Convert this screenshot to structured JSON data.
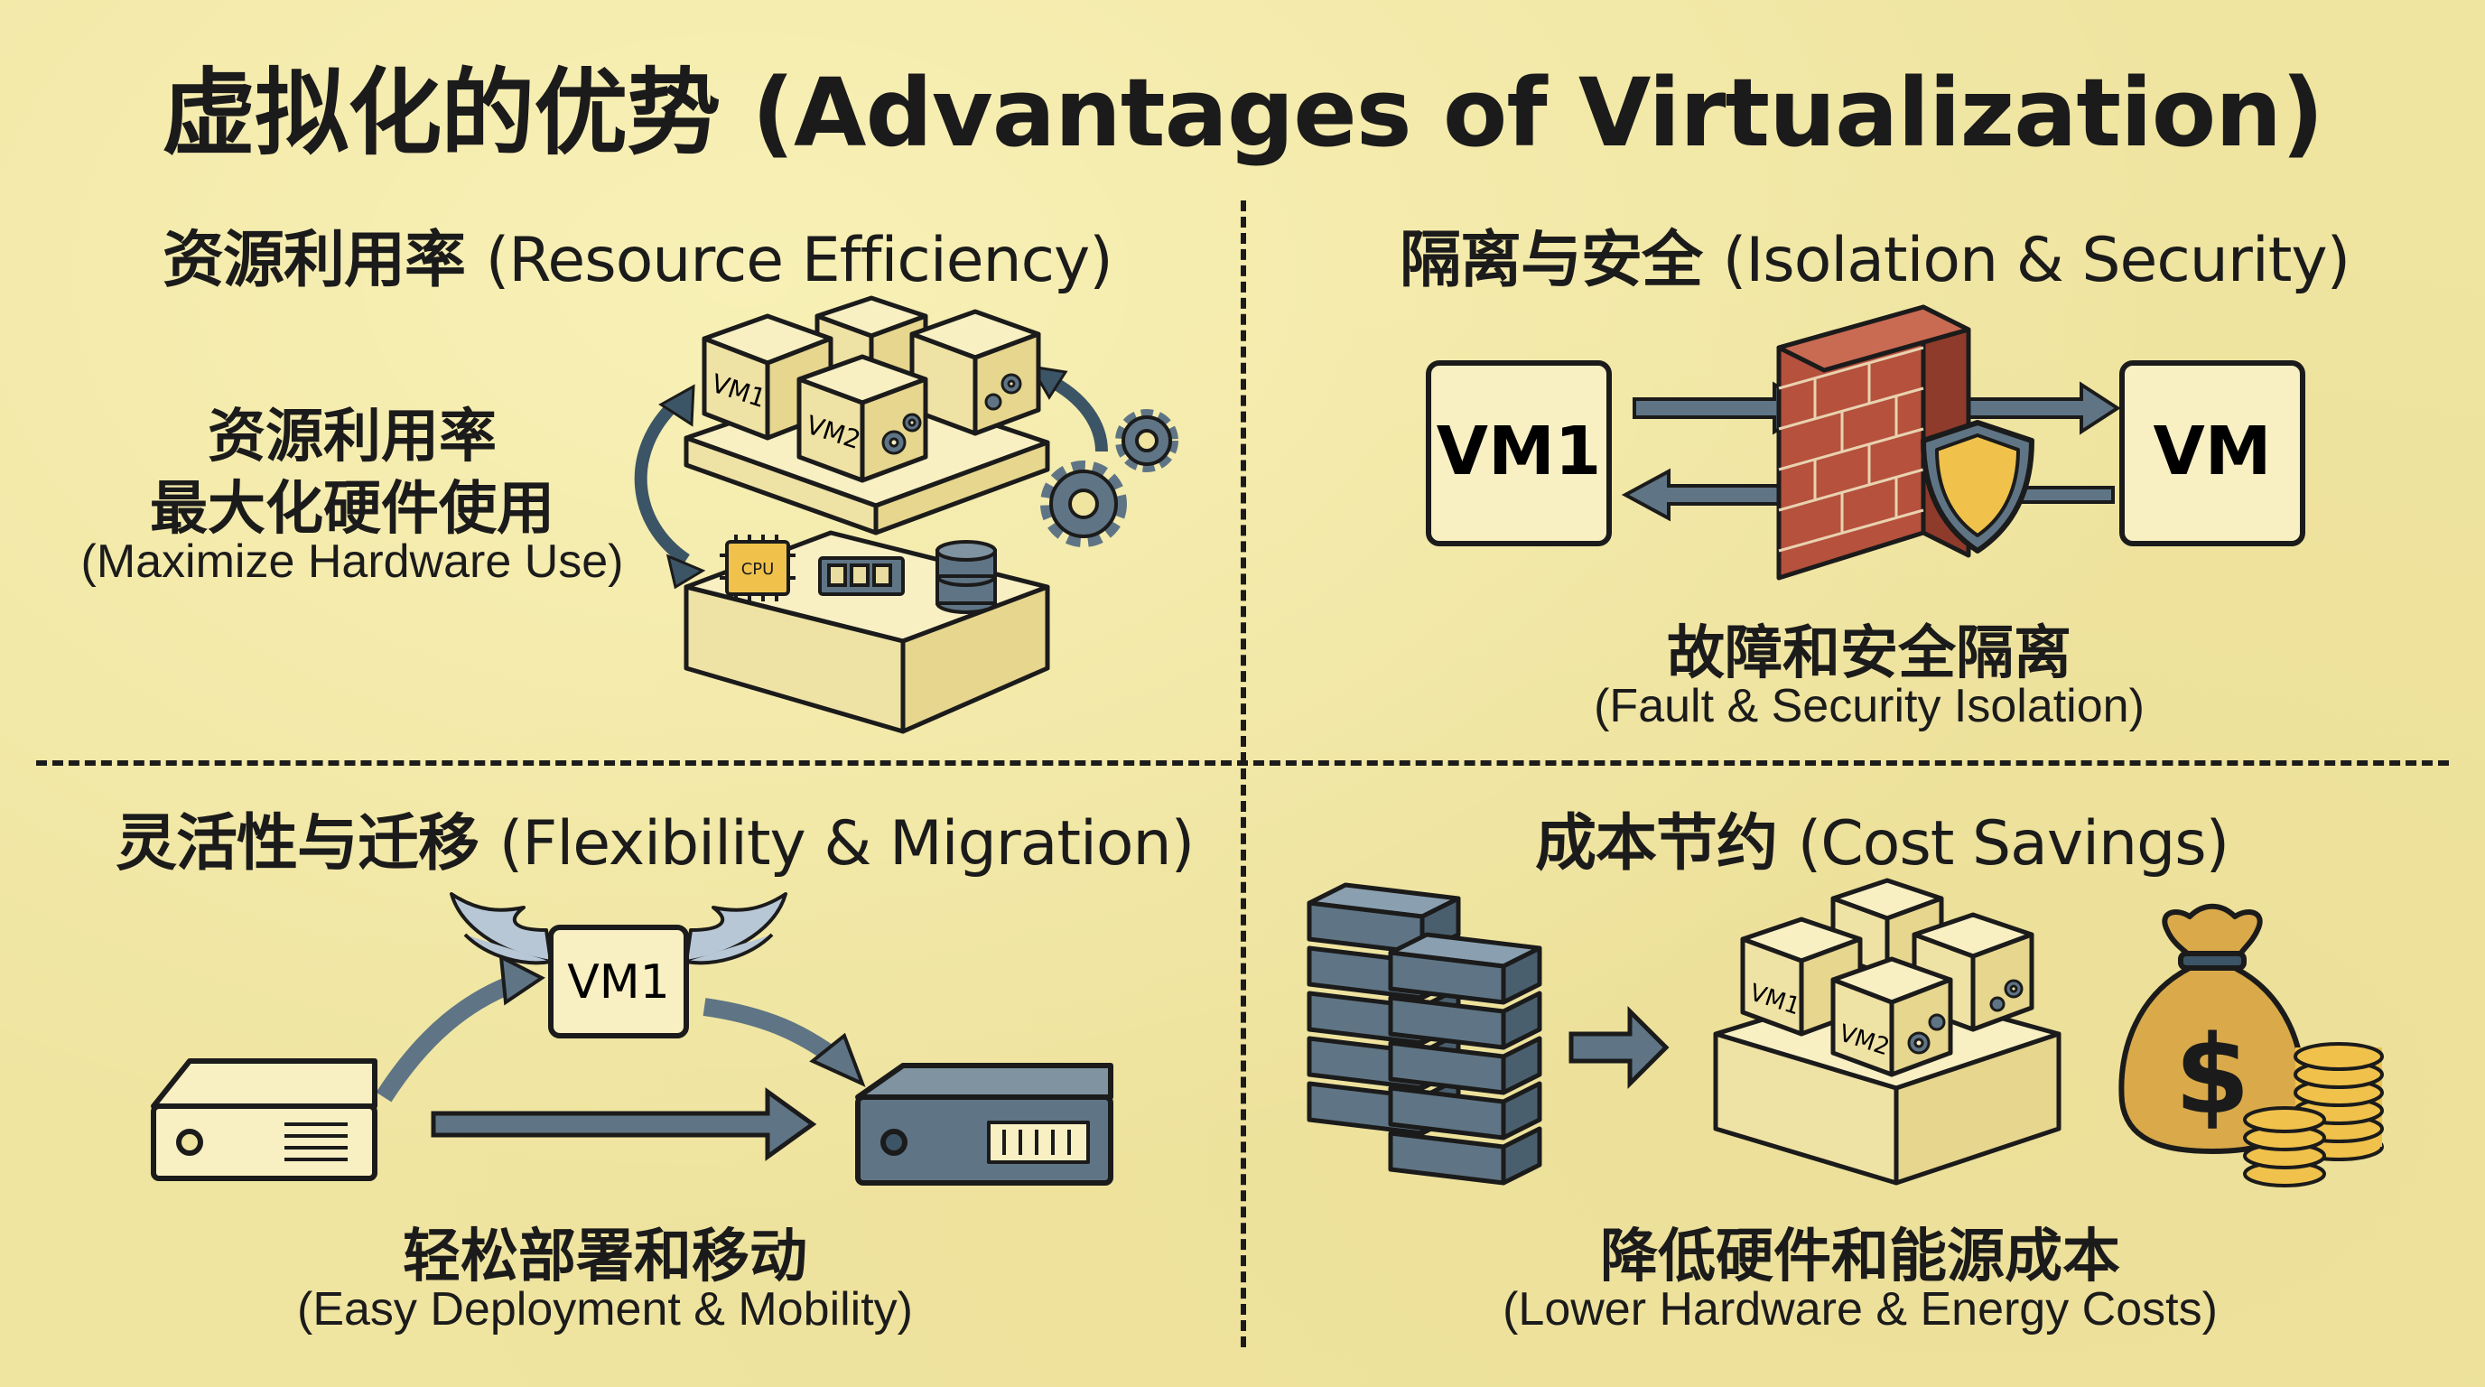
{
  "title": "虚拟化的优势 (Advantages of Virtualization)",
  "quadrants": {
    "resource": {
      "title_cn": "资源利用率",
      "title_en": "(Resource Efficiency)",
      "caption_cn_1": "资源利用率",
      "caption_cn_2": "最大化硬件使用",
      "caption_en": "(Maximize Hardware Use)",
      "vm1": "VM1",
      "vm2": "VM2",
      "cpu": "CPU"
    },
    "isolation": {
      "title_cn": "隔离与安全",
      "title_en": "(Isolation & Security)",
      "vm_left": "VM1",
      "vm_right": "VM",
      "caption_cn": "故障和安全隔离",
      "caption_en": "(Fault & Security Isolation)"
    },
    "flexibility": {
      "title_cn": "灵活性与迁移",
      "title_en": "(Flexibility & Migration)",
      "vm": "VM1",
      "caption_cn": "轻松部署和移动",
      "caption_en": "(Easy Deployment & Mobility)"
    },
    "cost": {
      "title_cn": "成本节约",
      "title_en": "(Cost Savings)",
      "vm1": "VM1",
      "vm2": "VM2",
      "dollar": "$",
      "caption_cn": "降低硬件和能源成本",
      "caption_en": "(Lower Hardware & Energy Costs)"
    }
  },
  "colors": {
    "background": "#efe4a0",
    "box_fill": "#f8efc3",
    "slate": "#5f7585",
    "brick": "#b5513d",
    "shield": "#f0c24c",
    "outline": "#1b1b1b"
  }
}
